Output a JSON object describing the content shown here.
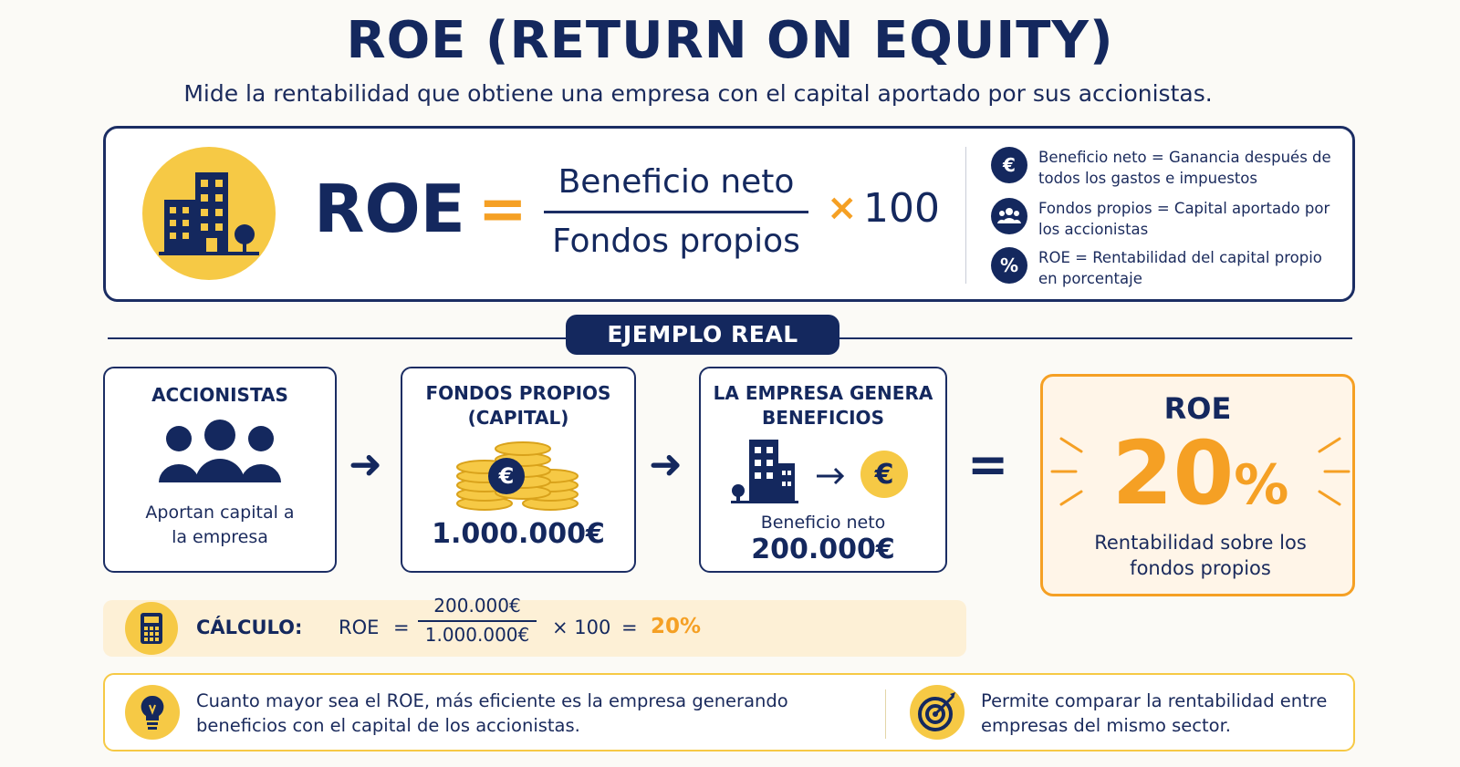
{
  "header": {
    "title": "ROE (RETURN ON EQUITY)",
    "subtitle": "Mide la rentabilidad que obtiene una empresa con el capital aportado por sus accionistas."
  },
  "formula": {
    "lhs": "ROE",
    "equals": "=",
    "numerator": "Beneficio neto",
    "denominator": "Fondos propios",
    "times": "×",
    "factor": "100"
  },
  "legend": [
    {
      "icon": "euro-icon",
      "symbol": "€",
      "text": "Beneficio neto = Ganancia después de todos los gastos e impuestos"
    },
    {
      "icon": "people-icon",
      "symbol": "",
      "text": "Fondos propios = Capital aportado por los accionistas"
    },
    {
      "icon": "percent-icon",
      "symbol": "%",
      "text": "ROE = Rentabilidad del capital propio en porcentaje"
    }
  ],
  "example": {
    "label": "EJEMPLO REAL",
    "cards": [
      {
        "title": "ACCIONISTAS",
        "text": "Aportan capital a la empresa"
      },
      {
        "title": "FONDOS PROPIOS (CAPITAL)",
        "value": "1.000.000€"
      },
      {
        "title": "LA EMPRESA GENERA BENEFICIOS",
        "text": "Beneficio neto",
        "value": "200.000€"
      }
    ],
    "arrow": "➜",
    "equals": "=",
    "result": {
      "title": "ROE",
      "value": "20",
      "unit": "%",
      "text": "Rentabilidad sobre los fondos propios"
    }
  },
  "calculation": {
    "label": "CÁLCULO:",
    "lhs": "ROE",
    "eq1": "=",
    "numerator": "200.000€",
    "denominator": "1.000.000€",
    "times": "× 100",
    "eq2": "=",
    "result": "20%"
  },
  "tips": [
    {
      "icon": "lightbulb-icon",
      "text": "Cuanto mayor sea el ROE, más eficiente es la empresa generando beneficios con el capital de los accionistas."
    },
    {
      "icon": "target-icon",
      "text": "Permite comparar la rentabilidad entre empresas del mismo sector."
    }
  ],
  "colors": {
    "navy": "#14285e",
    "orange": "#f5a024",
    "yellow": "#f6c945",
    "cream": "#fdf0d6"
  }
}
